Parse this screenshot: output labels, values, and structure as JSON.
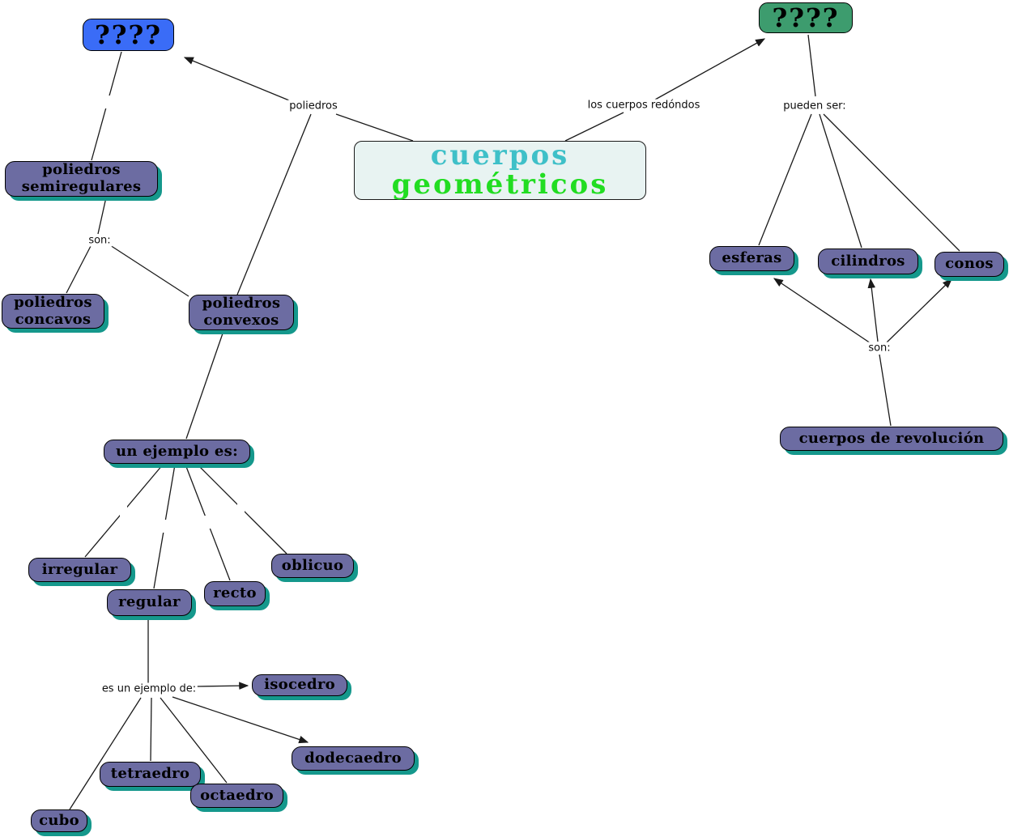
{
  "diagram_title": {
    "line1": "cuerpos",
    "line2": "geométricos"
  },
  "nodes": {
    "unknown_left": "????",
    "unknown_right": "????",
    "poliedros_semiregulares": "poliedros semiregulares",
    "poliedros_concavos": "poliedros concavos",
    "poliedros_convexos": "poliedros convexos",
    "un_ejemplo_es": "un ejemplo es:",
    "irregular": "irregular",
    "regular": "regular",
    "recto": "recto",
    "oblicuo": "oblicuo",
    "isocedro": "isocedro",
    "dodecaedro": "dodecaedro",
    "tetraedro": "tetraedro",
    "octaedro": "octaedro",
    "cubo": "cubo",
    "esferas": "esferas",
    "cilindros": "cilindros",
    "conos": "conos",
    "cuerpos_de_revolucion": "cuerpos de revolución"
  },
  "link_labels": {
    "poliedros": "poliedros",
    "los_cuerpos_redondos": "los cuerpos redóndos",
    "pueden_ser": "pueden ser:",
    "son_left": "son:",
    "son_right": "son:",
    "es_un_ejemplo_de": "es un ejemplo de:"
  },
  "colors": {
    "node_fill": "#6c6ca2",
    "node_shadow": "#15988c",
    "node_border": "#000000",
    "unknown_left_fill": "#3a6cf7",
    "unknown_right_fill": "#3d9c6e",
    "title_fill": "#e8f3f2",
    "title_word1": "#3fc0c8",
    "title_word2": "#22dd22",
    "edge": "#1a1a1a",
    "background": "#ffffff"
  },
  "edges": [
    {
      "from": "cuerpos geométricos",
      "label": "poliedros",
      "to": "???? (izquierda)",
      "arrow": true
    },
    {
      "from": "poliedros",
      "to": "poliedros convexos",
      "arrow": false
    },
    {
      "from": "???? (izquierda)",
      "to": "poliedros semiregulares",
      "arrow": false
    },
    {
      "from": "poliedros semiregulares",
      "label": "son:",
      "to": "poliedros concavos",
      "arrow": false
    },
    {
      "from": "poliedros semiregulares",
      "label": "son:",
      "to": "poliedros convexos",
      "arrow": false
    },
    {
      "from": "poliedros convexos",
      "to": "un ejemplo es:",
      "arrow": false
    },
    {
      "from": "un ejemplo es:",
      "to": "irregular",
      "arrow": false
    },
    {
      "from": "un ejemplo es:",
      "to": "regular",
      "arrow": false
    },
    {
      "from": "un ejemplo es:",
      "to": "recto",
      "arrow": false
    },
    {
      "from": "un ejemplo es:",
      "to": "oblicuo",
      "arrow": false
    },
    {
      "from": "regular",
      "label": "es un ejemplo de:",
      "to": "isocedro",
      "arrow": true
    },
    {
      "from": "regular",
      "label": "es un ejemplo de:",
      "to": "dodecaedro",
      "arrow": true
    },
    {
      "from": "regular",
      "label": "es un ejemplo de:",
      "to": "cubo",
      "arrow": false
    },
    {
      "from": "regular",
      "label": "es un ejemplo de:",
      "to": "tetraedro",
      "arrow": false
    },
    {
      "from": "regular",
      "label": "es un ejemplo de:",
      "to": "octaedro",
      "arrow": false
    },
    {
      "from": "cuerpos geométricos",
      "label": "los cuerpos redóndos",
      "to": "???? (derecha)",
      "arrow": true
    },
    {
      "from": "???? (derecha)",
      "label": "pueden ser:",
      "to": "esferas",
      "arrow": false
    },
    {
      "from": "???? (derecha)",
      "label": "pueden ser:",
      "to": "cilindros",
      "arrow": false
    },
    {
      "from": "???? (derecha)",
      "label": "pueden ser:",
      "to": "conos",
      "arrow": false
    },
    {
      "from": "cuerpos de revolución",
      "label": "son:",
      "to": "esferas",
      "arrow": true
    },
    {
      "from": "cuerpos de revolución",
      "label": "son:",
      "to": "cilindros",
      "arrow": true
    },
    {
      "from": "cuerpos de revolución",
      "label": "son:",
      "to": "conos",
      "arrow": true
    }
  ]
}
